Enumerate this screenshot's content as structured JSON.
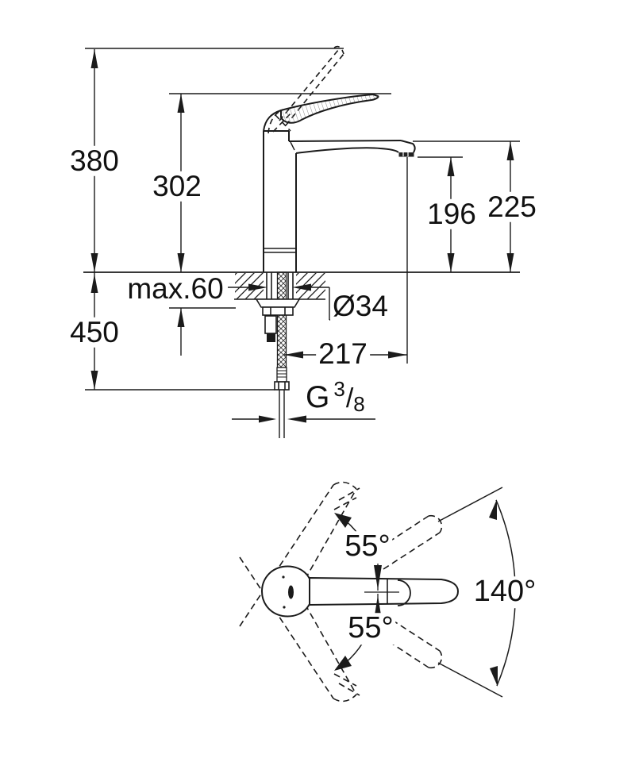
{
  "side_view": {
    "dim_380": "380",
    "dim_302": "302",
    "dim_225": "225",
    "dim_196": "196",
    "dim_450": "450",
    "dim_max60": "max.60",
    "dim_hole": "Ø34",
    "dim_217": "217",
    "thread": {
      "prefix": "G",
      "numerator": "3",
      "slash": "/",
      "denominator": "8"
    }
  },
  "top_view": {
    "angle_upper": "55°",
    "angle_lower": "55°",
    "angle_swivel": "140°"
  },
  "colors": {
    "line": "#1b1b1b",
    "background": "#ffffff"
  }
}
